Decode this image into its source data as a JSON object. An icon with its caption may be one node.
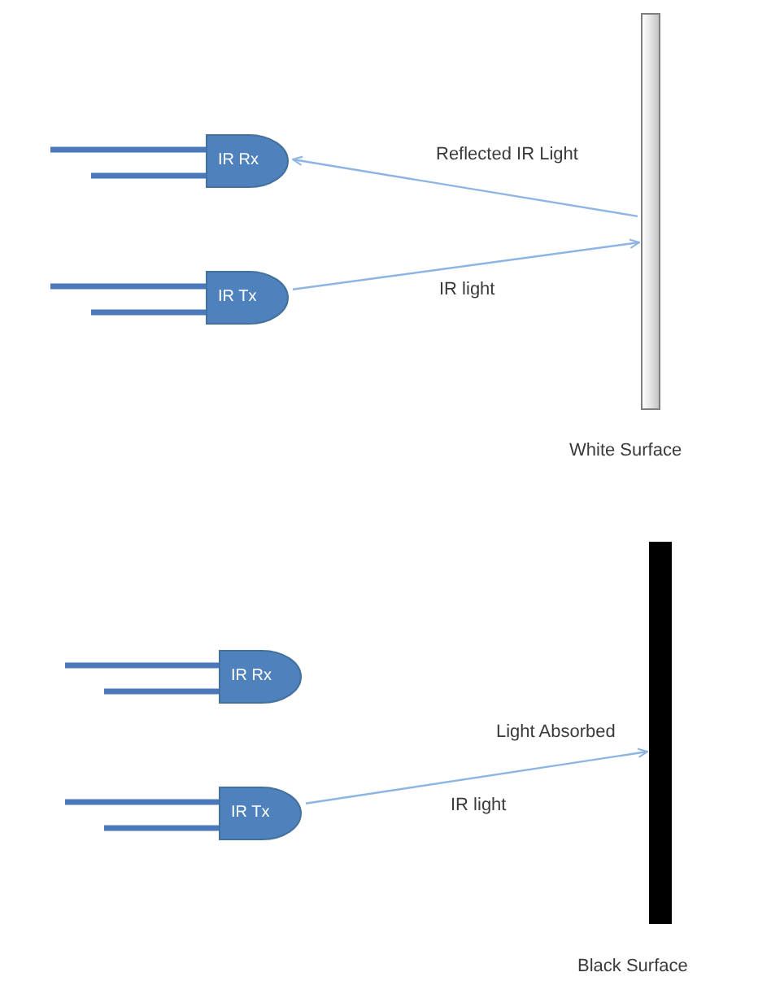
{
  "diagram": {
    "nodes": [
      {
        "text": [
          "IR Rx"
        ]
      },
      {
        "text": [
          "IR Tx"
        ]
      },
      {
        "text": [],
        "shape": "bar",
        "beside": [
          "White Surface"
        ]
      },
      {
        "text": [
          "IR Rx"
        ]
      },
      {
        "text": [
          "IR Tx"
        ]
      },
      {
        "text": [],
        "shape": "bar",
        "beside": [
          "Black Surface"
        ]
      }
    ],
    "edges": [
      {
        "from": 1,
        "to": 2,
        "arrow": "to",
        "label": "IR light"
      },
      {
        "from": 2,
        "to": 0,
        "arrow": "to",
        "label": "Reflected IR Light"
      },
      {
        "from": 4,
        "to": 5,
        "arrow": "to",
        "label": "IR light"
      }
    ],
    "labels": [
      "Light Absorbed"
    ]
  }
}
